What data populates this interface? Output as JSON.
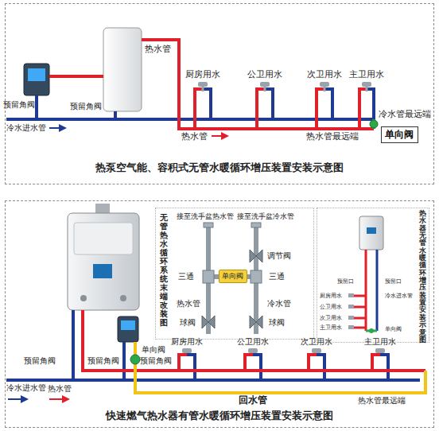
{
  "diagram": {
    "nodes": [
      {
        "text": [
          "热泵空气能、容积式无管水暖循环增压装置安装示意图"
        ]
      },
      {
        "text": [
          "单向阀"
        ],
        "in": 0
      },
      {
        "text": [
          "快速燃气热水器有管水暖循环增压装置安装示意图"
        ]
      },
      {
        "text": [
          "无管热水循环系统末端改装图"
        ],
        "in": 2
      },
      {
        "text": [
          "单向阀"
        ],
        "in": 3
      },
      {
        "text": [
          "热水器无管水暖循环增压装置安装示意图"
        ],
        "in": 2
      }
    ],
    "labels": [
      "预留角阀",
      "热水管",
      "预留角阀",
      "冷水进水管",
      "厨房用水",
      "公卫用水",
      "次卫用水",
      "主卫用水",
      "冷水管最远端",
      "热水管",
      "热水管最远端",
      "接至洗手盆热水管",
      "接至洗手盆冷水管",
      "调节阀",
      "三通",
      "三通",
      "热水管",
      "冷水管",
      "球阀",
      "球阀",
      "预留口",
      "预留口",
      "厨房用水",
      "冷水进水管",
      "公卫用水",
      "次卫用水",
      "主卫用水",
      "单向阀",
      "单向阀",
      "厨房用水",
      "公卫用水",
      "次卫用水",
      "主卫用水",
      "预留角阀",
      "预留角阀",
      "预留角阀",
      "冷水进水管",
      "热水管",
      "回水管",
      "热水管最远端"
    ]
  }
}
